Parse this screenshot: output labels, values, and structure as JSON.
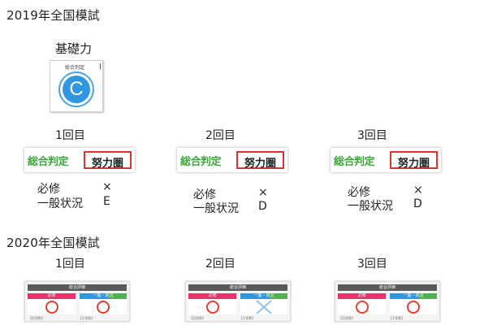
{
  "sections": {
    "y2019": {
      "title": "2019年全国模試",
      "base_label": "基礎力",
      "base_card": {
        "label": "総合判定",
        "grade": "C",
        "icon": "grade-c-circle-icon",
        "circle_color": "#2f97e0"
      },
      "attempts": [
        {
          "label": "1回目",
          "judge_label": "総合判定",
          "judge_value": "努力圏",
          "row1_label": "必修",
          "row1_mark": "×",
          "row2_label": "一般状況",
          "row2_mark": "E"
        },
        {
          "label": "2回目",
          "judge_label": "総合判定",
          "judge_value": "努力圏",
          "row1_label": "必修",
          "row1_mark": "×",
          "row2_label": "一般状況",
          "row2_mark": "D"
        },
        {
          "label": "3回目",
          "judge_label": "総合判定",
          "judge_value": "努力圏",
          "row1_label": "必修",
          "row1_mark": "×",
          "row2_label": "一般状況",
          "row2_mark": "D"
        }
      ]
    },
    "y2020": {
      "title": "2020年全国模試",
      "attempts": [
        {
          "label": "1回目",
          "card_title": "総合評価",
          "left_head": "必修",
          "right_head": "一般・状況",
          "left_mark": "circle",
          "right_mark": "circle",
          "foot_left": "【回答数】",
          "foot_right": "【正答数】"
        },
        {
          "label": "2回目",
          "card_title": "総合評価",
          "left_head": "必修",
          "right_head": "一般・状況",
          "left_mark": "circle",
          "right_mark": "cross",
          "foot_left": "【回答数】",
          "foot_right": "【正答数】"
        },
        {
          "label": "3回目",
          "card_title": "総合評価",
          "left_head": "必修",
          "right_head": "一般・状況",
          "left_mark": "circle",
          "right_mark": "circle",
          "foot_left": "【回答数】",
          "foot_right": "【正答数】"
        }
      ]
    }
  },
  "colors": {
    "green_label": "#3ba83b",
    "red_box": "#d9352f",
    "pink_bar": "#e6336a",
    "blue_bar": "#2f97e0",
    "green_bar": "#4fb04f",
    "ring_red": "#e0402f",
    "cross_blue": "#8fc3e8"
  }
}
